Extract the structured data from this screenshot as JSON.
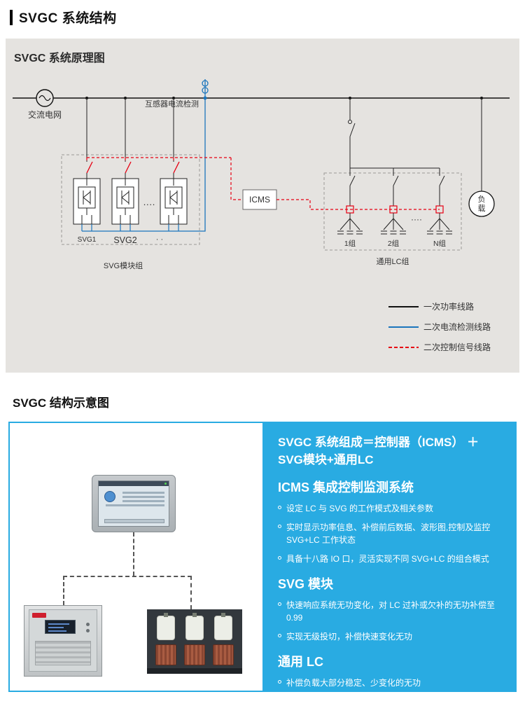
{
  "page": {
    "title": "SVGC 系统结构"
  },
  "schematic": {
    "title": "SVGC 系统原理图",
    "colors": {
      "power_line": "#111111",
      "current_line": "#1b75bc",
      "signal_line": "#e60012",
      "panel_bg": "#e5e3e0"
    },
    "labels": {
      "ac_grid": "交流电网",
      "ct": "互感器电流检测",
      "svg1": "SVG1",
      "svg2": "SVG2",
      "module_dots": "····",
      "label_dots": "· ·",
      "svg_group": "SVG模块组",
      "icms": "ICMS",
      "group1": "1组",
      "group2": "2组",
      "groupN": "N组",
      "lc_dots": "····",
      "lc_group": "通用LC组",
      "load_top": "负",
      "load_bottom": "载"
    },
    "legend": [
      {
        "label": "一次功率线路",
        "style": "solid-black"
      },
      {
        "label": "二次电流检测线路",
        "style": "solid-blue"
      },
      {
        "label": "二次控制信号线路",
        "style": "dashed-red"
      }
    ]
  },
  "structure": {
    "title": "SVGC 结构示意图",
    "colors": {
      "accent": "#29abe2"
    },
    "headline": "SVGC 系统组成＝控制器（ICMS） ＋ SVG模块+通用LC",
    "sections": [
      {
        "heading": "ICMS 集成控制监测系统",
        "bullets": [
          "设定 LC 与 SVG 的工作模式及相关参数",
          "实时显示功率信息、补偿前后数据、波形图,控制及监控 SVG+LC 工作状态",
          "具备十八路 IO 口，灵活实现不同 SVG+LC 的组合模式"
        ]
      },
      {
        "heading": "SVG 模块",
        "bullets": [
          "快速响应系统无功变化，对 LC 过补或欠补的无功补偿至 0.99",
          "实现无级投切，补偿快速变化无功"
        ]
      },
      {
        "heading": "通用 LC",
        "bullets": [
          "补偿负载大部分稳定、少变化的无功"
        ]
      }
    ]
  }
}
